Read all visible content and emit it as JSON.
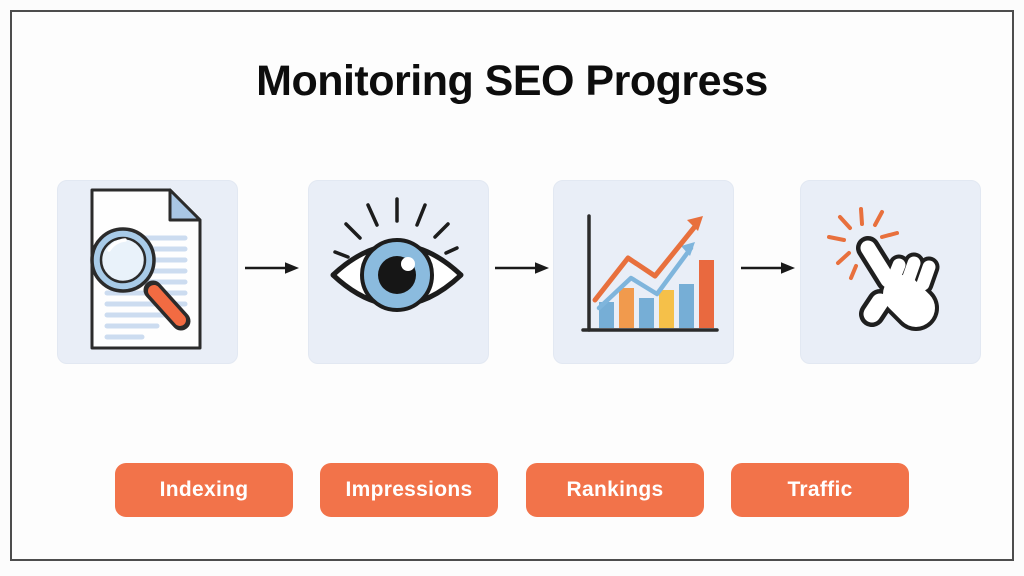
{
  "title": "Monitoring SEO Progress",
  "flow": {
    "connector": "arrow-right-icon",
    "steps": [
      {
        "icon": "document-search-icon",
        "label": "Indexing"
      },
      {
        "icon": "eye-icon",
        "label": "Impressions"
      },
      {
        "icon": "growth-chart-icon",
        "label": "Rankings"
      },
      {
        "icon": "click-hand-icon",
        "label": "Traffic"
      }
    ]
  },
  "colors": {
    "accent_orange": "#F2734A",
    "card_background": "#E9EEF7",
    "title_text": "#0D0D0D",
    "pill_text": "#FFFFFF",
    "frame_border": "#4D4D4D",
    "icon_outline": "#1F1F1F",
    "icon_blue": "#8BBBDE",
    "icon_light_blue": "#C9DAF0",
    "chart_bar_blue": "#76AED6",
    "chart_bar_orange": "#F19A4D",
    "chart_bar_yellow": "#F5C049",
    "chart_bar_red": "#E9693F",
    "burst_orange": "#E8703D"
  }
}
